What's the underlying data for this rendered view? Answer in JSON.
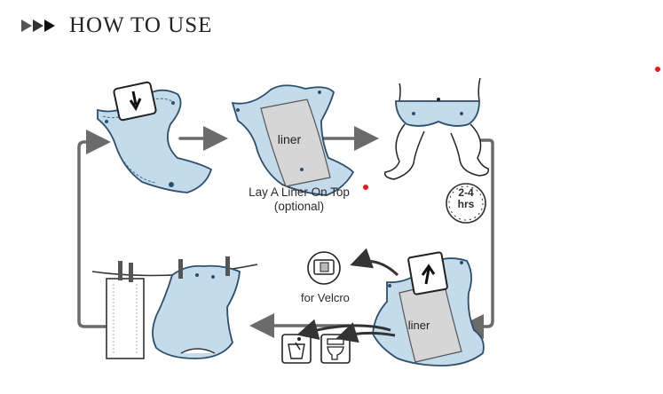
{
  "header": {
    "title": "HOW TO USE"
  },
  "labels": {
    "liner_top": "liner",
    "liner_bottom": "liner",
    "lay_liner_line1": "Lay A Liner On Top",
    "lay_liner_line2": "(optional)",
    "for_velcro": "for Velcro",
    "timer_line1": "2-4",
    "timer_line2": "hrs"
  },
  "icons": [
    "diaper-insert-icon",
    "diaper-with-liner-icon",
    "baby-wearing-diaper-icon",
    "timer-icon",
    "velcro-fold-icon",
    "trash-bin-icon",
    "toilet-icon",
    "used-diaper-icon",
    "clothesline-icon"
  ],
  "colors": {
    "diaper": "#c3dbeb",
    "stitch": "#3a6890",
    "arrow": "#6b6b6b",
    "accent": "#e31b1b"
  }
}
